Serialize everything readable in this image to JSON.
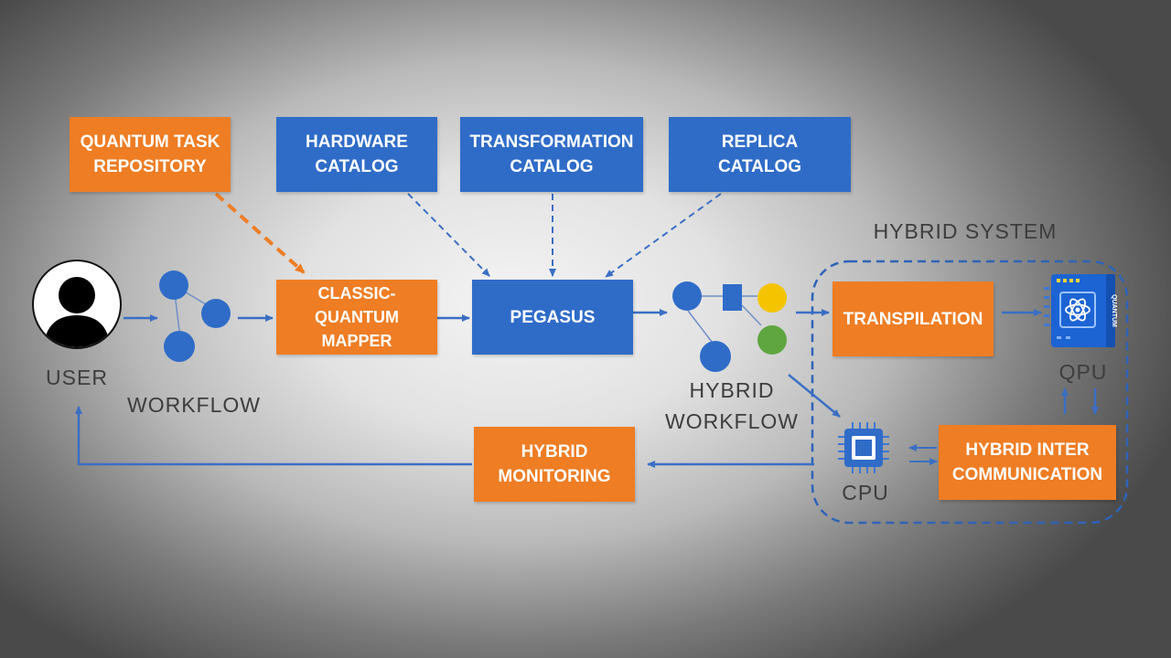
{
  "boxes": {
    "quantum_task_repository": "QUANTUM TASK\nREPOSITORY",
    "hardware_catalog": "HARDWARE\nCATALOG",
    "transformation_catalog": "TRANSFORMATION\nCATALOG",
    "replica_catalog": "REPLICA\nCATALOG",
    "classic_quantum_mapper": "CLASSIC-\nQUANTUM\nMAPPER",
    "pegasus": "PEGASUS",
    "transpilation": "TRANSPILATION",
    "hybrid_inter_communication": "HYBRID INTER\nCOMMUNICATION",
    "hybrid_monitoring": "HYBRID\nMONITORING"
  },
  "labels": {
    "user": "USER",
    "workflow": "WORKFLOW",
    "hybrid_workflow": "HYBRID\nWORKFLOW",
    "hybrid_system": "HYBRID SYSTEM",
    "qpu": "QPU",
    "cpu": "CPU",
    "quantum_chip_text": "QUANTUM"
  },
  "colors": {
    "orange_box": "#ee7d24",
    "blue_box": "#2f6cc8",
    "arrow_blue": "#3a6fc4",
    "arrow_orange": "#ee7d24",
    "node_blue": "#2f6cc8",
    "node_yellow": "#f5c400",
    "node_green": "#5fa640"
  },
  "icons": {
    "user": "user-silhouette-icon",
    "qpu": "quantum-chip-icon",
    "cpu": "cpu-chip-icon"
  }
}
